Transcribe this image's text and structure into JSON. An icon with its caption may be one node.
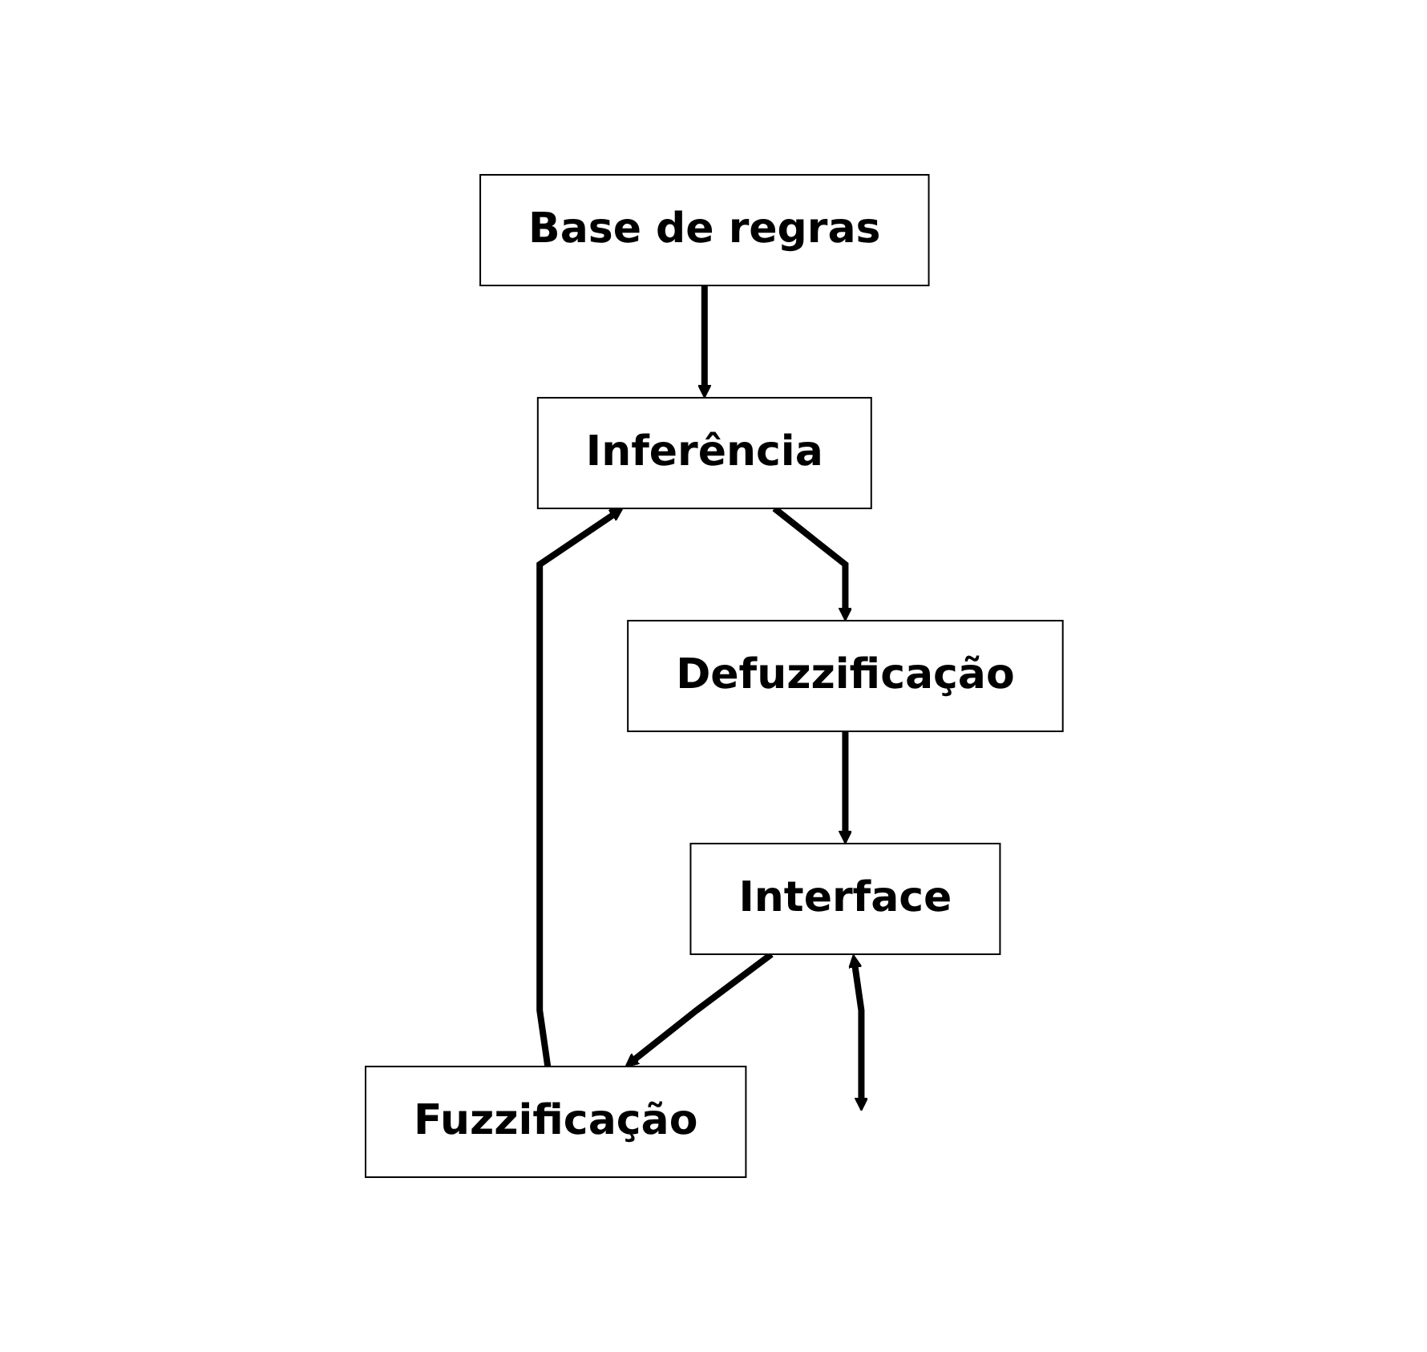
{
  "diagram": {
    "nodes": [
      {
        "text": [
          "Base de regras"
        ]
      },
      {
        "text": [
          "Inferência"
        ]
      },
      {
        "text": [
          "Defuzzificação"
        ]
      },
      {
        "text": [
          "Fuzzificação"
        ]
      },
      {
        "text": [
          "Interface"
        ]
      }
    ],
    "edges": [
      {
        "from": 0,
        "to": 1,
        "arrow": "to"
      },
      {
        "from": 1,
        "to": 2,
        "arrow": "to"
      },
      {
        "from": 2,
        "to": 4,
        "arrow": "to"
      },
      {
        "from": 4,
        "to": 3,
        "arrow": "to"
      },
      {
        "from": 3,
        "to": 1,
        "arrow": "to"
      },
      {
        "from": 4,
        "to": null,
        "arrow": "both"
      }
    ]
  }
}
